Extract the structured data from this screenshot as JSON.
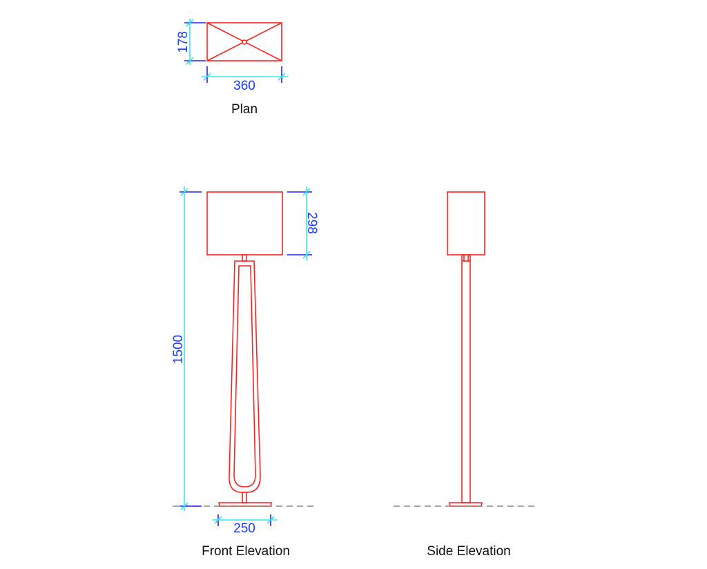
{
  "views": {
    "plan": {
      "label": "Plan",
      "dim_width": "360",
      "dim_depth": "178"
    },
    "front": {
      "label": "Front Elevation",
      "dim_height": "1500",
      "dim_shade_height": "298",
      "dim_base": "250"
    },
    "side": {
      "label": "Side Elevation"
    }
  },
  "colors": {
    "object": "#ff2020",
    "dimension_line": "#33e6f0",
    "extension_line": "#2020ff",
    "dimension_text": "#1a3cff",
    "ground_line": "#888888"
  }
}
